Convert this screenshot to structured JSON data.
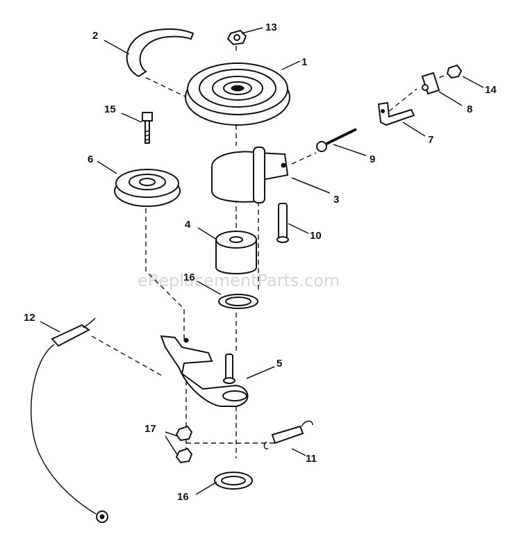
{
  "watermark": "eReplacementParts.com",
  "callouts": {
    "c1": "1",
    "c2": "2",
    "c3": "3",
    "c4": "4",
    "c5": "5",
    "c6": "6",
    "c7": "7",
    "c8": "8",
    "c9": "9",
    "c10": "10",
    "c11": "11",
    "c12": "12",
    "c13": "13",
    "c14": "14",
    "c15": "15",
    "c16a": "16",
    "c16b": "16",
    "c17": "17"
  }
}
